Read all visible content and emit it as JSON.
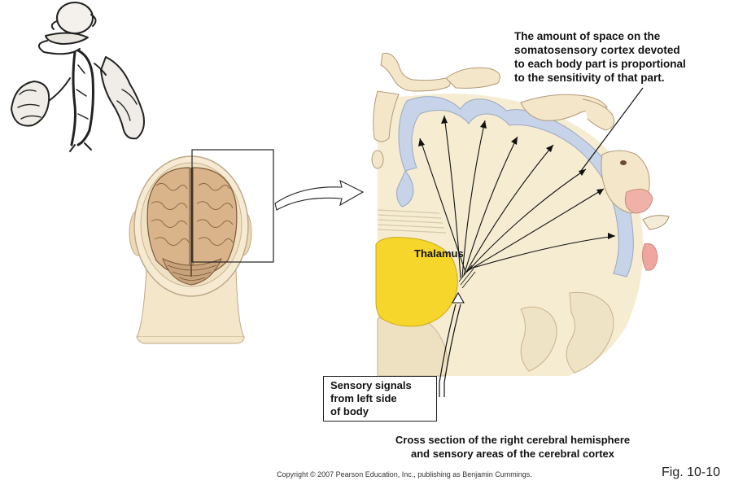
{
  "top_caption": {
    "line1": "The amount of space on the",
    "bold_term": "somatosensory cortex",
    "line2_rest": "devoted",
    "line3": "to each body part is proportional",
    "line4": "to the sensitivity of that part."
  },
  "thalamus_label": "Thalamus",
  "signal_box": {
    "line1": "Sensory signals",
    "line2": "from left side",
    "line3": "of body"
  },
  "bottom_caption": {
    "line1": "Cross section of the right cerebral hemisphere",
    "line2": "and sensory areas of the cerebral cortex"
  },
  "copyright": "Copyright © 2007 Pearson Education, Inc., publishing as Benjamin Cummings.",
  "figure_number": "Fig. 10-10",
  "colors": {
    "cortex": "#c7d3e8",
    "white_matter": "#f5ecd2",
    "thalamus": "#f6d62a",
    "skin": "#f4e6c8",
    "brain": "#d9b48a"
  }
}
